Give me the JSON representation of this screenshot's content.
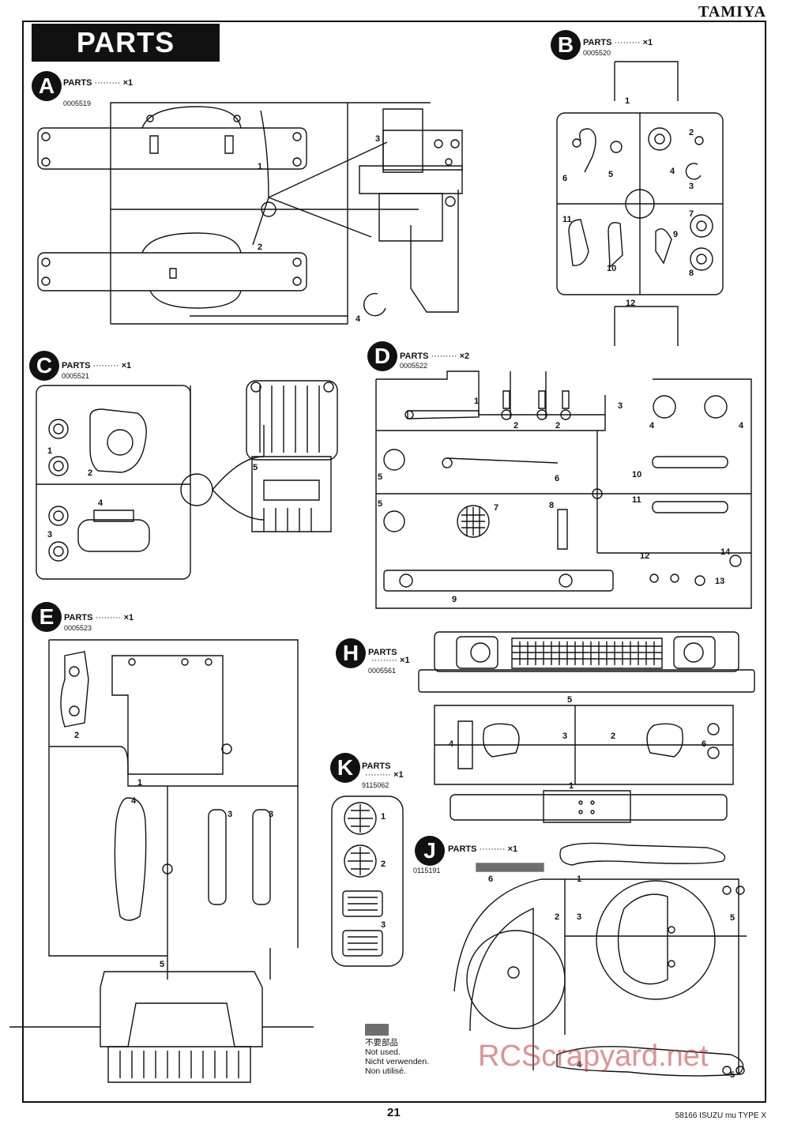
{
  "header": {
    "brand": "TAMIYA",
    "title": "PARTS"
  },
  "sections": {
    "A": {
      "letter": "A",
      "label": "PARTS",
      "qty": "×1",
      "code": "0005519"
    },
    "B": {
      "letter": "B",
      "label": "PARTS",
      "qty": "×1",
      "code": "0005520"
    },
    "C": {
      "letter": "C",
      "label": "PARTS",
      "qty": "×1",
      "code": "0005521"
    },
    "D": {
      "letter": "D",
      "label": "PARTS",
      "qty": "×2",
      "code": "0005522"
    },
    "E": {
      "letter": "E",
      "label": "PARTS",
      "qty": "×1",
      "code": "0005523"
    },
    "H": {
      "letter": "H",
      "label": "PARTS",
      "qty": "×1",
      "code": "0005561"
    },
    "K": {
      "letter": "K",
      "label": "PARTS",
      "qty": "×1",
      "code": "9115062"
    },
    "J": {
      "letter": "J",
      "label": "PARTS",
      "qty": "×1",
      "code": "0115191"
    }
  },
  "legend": {
    "jp": "不要部品",
    "en": "Not used.",
    "de": "Nicht verwenden.",
    "fr": "Non utilisé."
  },
  "footer": {
    "page": "21",
    "model": "58166 ISUZU mu TYPE X"
  },
  "watermark": "RCScrapyard.net",
  "colors": {
    "ink": "#111111",
    "unused_swatch": "#6e6e6e",
    "watermark": "#c23a3a"
  }
}
